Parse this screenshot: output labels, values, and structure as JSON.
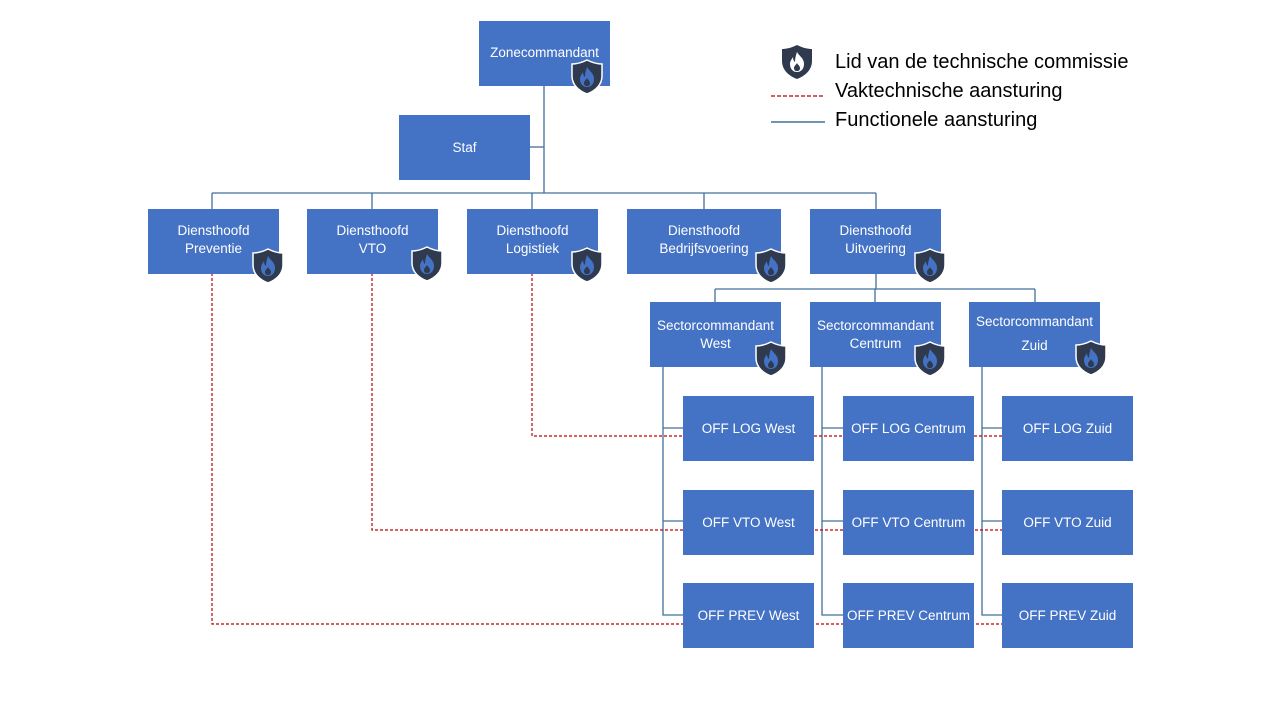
{
  "legend": {
    "member": "Lid van de technische commissie",
    "technical": "Vaktechnische aansturing",
    "functional": "Functionele aansturing"
  },
  "colors": {
    "box": "#4472c4",
    "functional_line": "#41719c",
    "technical_line": "#c00000",
    "shield": "#2f3a4f",
    "flame": "#4472c4"
  },
  "nodes": {
    "zonecommandant": "Zonecommandant",
    "staf": "Staf",
    "dh_preventie": [
      "Diensthoofd",
      "Preventie"
    ],
    "dh_vto": [
      "Diensthoofd",
      "VTO"
    ],
    "dh_logistiek": [
      "Diensthoofd",
      "Logistiek"
    ],
    "dh_bedrijfsvoering": [
      "Diensthoofd",
      "Bedrijfsvoering"
    ],
    "dh_uitvoering": [
      "Diensthoofd",
      "Uitvoering"
    ],
    "sc_west": [
      "Sectorcommandant",
      "West"
    ],
    "sc_centrum": [
      "Sectorcommandant",
      "Centrum"
    ],
    "sc_zuid": [
      "Sectorcommandant",
      "Zuid"
    ],
    "off_log_west": "OFF LOG West",
    "off_log_centrum": "OFF LOG Centrum",
    "off_log_zuid": "OFF LOG Zuid",
    "off_vto_west": "OFF VTO West",
    "off_vto_centrum": "OFF VTO Centrum",
    "off_vto_zuid": "OFF VTO Zuid",
    "off_prev_west": "OFF PREV West",
    "off_prev_centrum": "OFF PREV Centrum",
    "off_prev_zuid": "OFF PREV Zuid"
  }
}
